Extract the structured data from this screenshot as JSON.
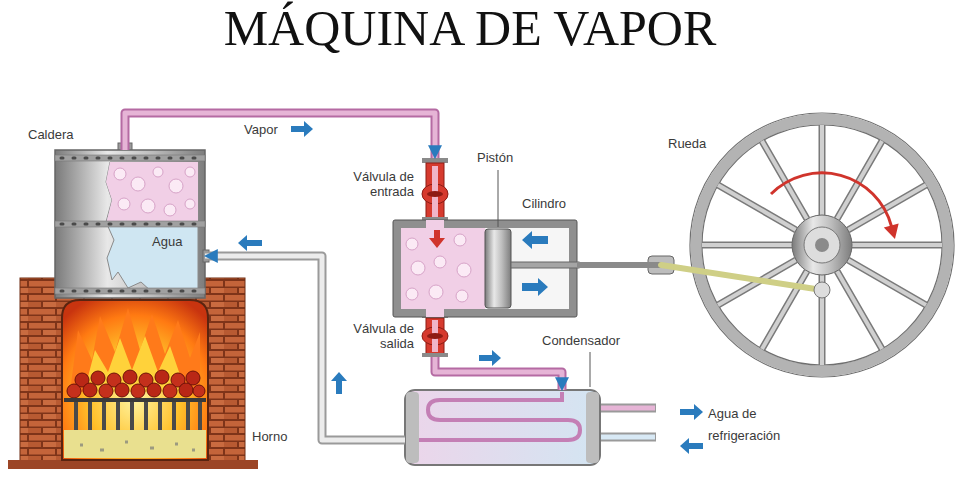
{
  "diagram": {
    "title": "MÁQUINA DE VAPOR",
    "nodes": [
      {
        "text": [
          "Caldera",
          "Agua"
        ]
      },
      {
        "text": [
          "Horno"
        ]
      },
      {
        "text": [
          "Válvula de entrada"
        ]
      },
      {
        "text": [
          "Cilindro"
        ]
      },
      {
        "text": [
          "Válvula de salida"
        ]
      },
      {
        "text": [
          "Condensador"
        ]
      },
      {
        "text": [
          "Rueda"
        ]
      }
    ],
    "edges": [
      {
        "from": 0,
        "to": 2,
        "label": "Vapor",
        "arrow": "to"
      },
      {
        "from": 4,
        "to": 5,
        "arrow": "to"
      },
      {
        "from": 5,
        "to": 0,
        "arrow": "to"
      },
      {
        "from": 3,
        "to": 6,
        "arrow": "none"
      }
    ],
    "labels": [
      "Pistón",
      "Agua de refrigeración"
    ]
  }
}
